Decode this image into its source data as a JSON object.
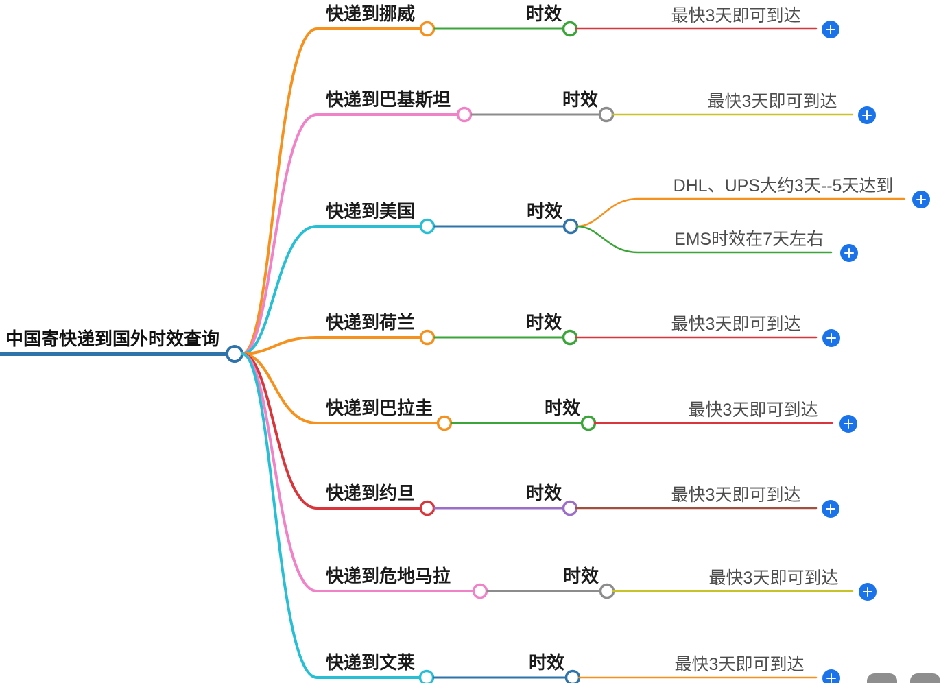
{
  "root": {
    "label": "中国寄快递到国外时效查询",
    "color": "#2E73A9"
  },
  "branches": [
    {
      "label": "快递到挪威",
      "color": "#F5911E",
      "mid": {
        "label": "时效",
        "color": "#3CA53A"
      },
      "leaves": [
        {
          "text": "最快3天即可到达",
          "color": "#D7373C"
        }
      ]
    },
    {
      "label": "快递到巴基斯坦",
      "color": "#F082C8",
      "mid": {
        "label": "时效",
        "color": "#8C8C8C"
      },
      "leaves": [
        {
          "text": "最快3天即可到达",
          "color": "#C8C328"
        }
      ]
    },
    {
      "label": "快递到美国",
      "color": "#28BED4",
      "mid": {
        "label": "时效",
        "color": "#2E73A9"
      },
      "leaves": [
        {
          "text": "DHL、UPS大约3天--5天达到",
          "color": "#F5911E"
        },
        {
          "text": "EMS时效在7天左右",
          "color": "#3CA53A"
        }
      ]
    },
    {
      "label": "快递到荷兰",
      "color": "#F5911E",
      "mid": {
        "label": "时效",
        "color": "#3CA53A"
      },
      "leaves": [
        {
          "text": "最快3天即可到达",
          "color": "#D7373C"
        }
      ]
    },
    {
      "label": "快递到巴拉圭",
      "color": "#F5911E",
      "mid": {
        "label": "时效",
        "color": "#3CA53A"
      },
      "leaves": [
        {
          "text": "最快3天即可到达",
          "color": "#D7373C"
        }
      ]
    },
    {
      "label": "快递到约旦",
      "color": "#D7373C",
      "mid": {
        "label": "时效",
        "color": "#9B6EC8"
      },
      "leaves": [
        {
          "text": "最快3天即可到达",
          "color": "#A0503C"
        }
      ]
    },
    {
      "label": "快递到危地马拉",
      "color": "#F082C8",
      "mid": {
        "label": "时效",
        "color": "#8C8C8C"
      },
      "leaves": [
        {
          "text": "最快3天即可到达",
          "color": "#C8C328"
        }
      ]
    },
    {
      "label": "快递到文莱",
      "color": "#28BED4",
      "mid": {
        "label": "时效",
        "color": "#2E73A9"
      },
      "leaves": [
        {
          "text": "最快3天即可到达",
          "color": "#F5911E"
        }
      ]
    }
  ],
  "add_button": {
    "icon": "plus-icon",
    "color": "#1A73E8"
  },
  "bottom_toolbar": {
    "button_color": "#8E8E8E"
  }
}
